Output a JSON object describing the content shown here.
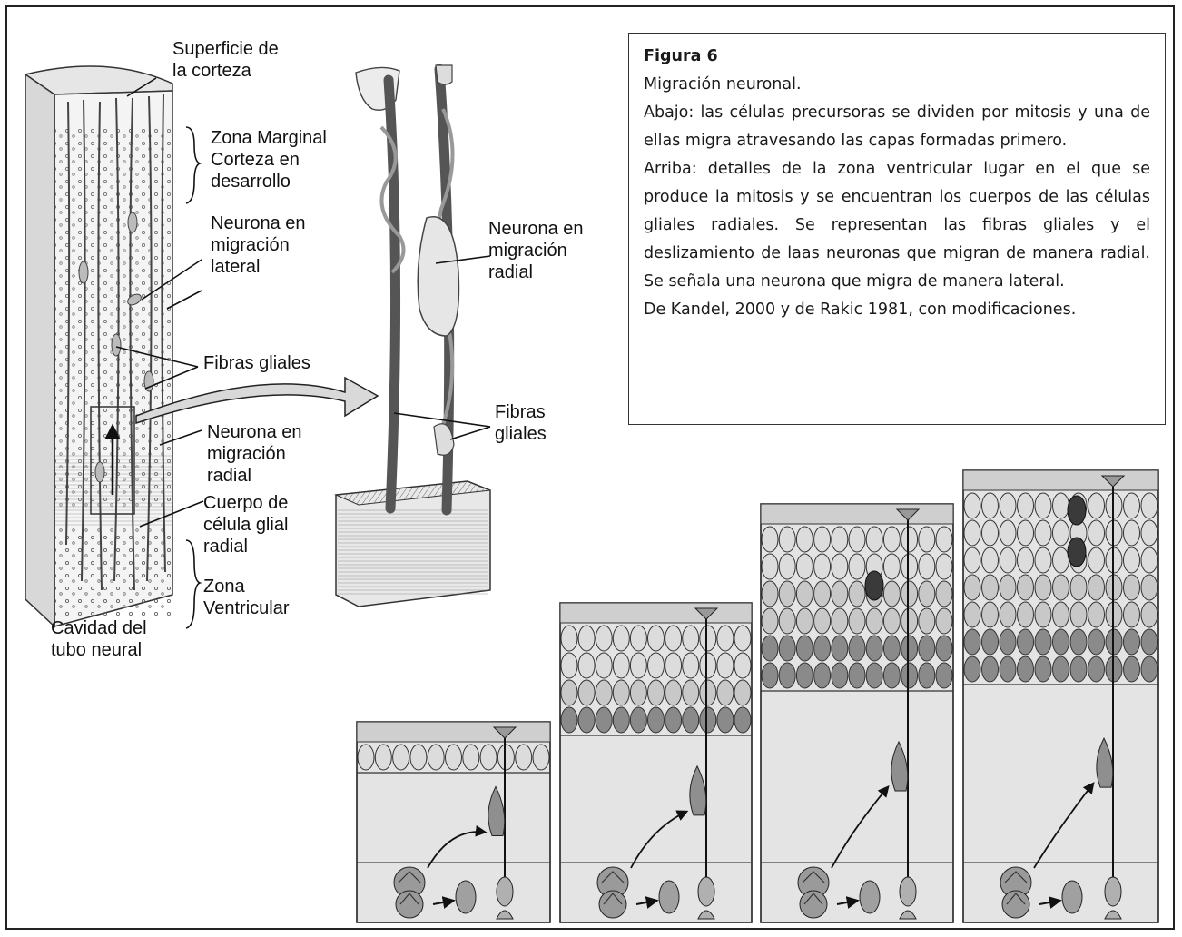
{
  "caption": {
    "title": "Figura 6",
    "lines": [
      "Migración neuronal.",
      "Abajo: las células precursoras se dividen por mitosis y una de ellas migra atravesando las capas formadas primero.",
      "Arriba: detalles de la zona ventricular lugar en el que se produce la mitosis y se encuentran los cuerpos de las células gliales radiales. Se representan las fibras gliales y el deslizamiento de laas neuronas que migran de manera radial. Se señala una neurona que migra de manera lateral.",
      "De Kandel, 2000 y de Rakic 1981, con modificaciones."
    ]
  },
  "left_diagram": {
    "labels": {
      "surface_1": "Superficie de",
      "surface_2": "la corteza",
      "marginal_1": "Zona Marginal",
      "marginal_2": "Corteza en",
      "marginal_3": "desarrollo",
      "lateral_1": "Neurona en",
      "lateral_2": "migración",
      "lateral_3": "lateral",
      "glial_fibers": "Fibras gliales",
      "radial_1": "Neurona en",
      "radial_2": "migración",
      "radial_3": "radial",
      "body_1": "Cuerpo de",
      "body_2": "célula glial",
      "body_3": "radial",
      "ventricular_1": "Zona",
      "ventricular_2": "Ventricular",
      "cavity_1": "Cavidad del",
      "cavity_2": "tubo neural"
    }
  },
  "detail_diagram": {
    "labels": {
      "radial_1": "Neurona en",
      "radial_2": "migración",
      "radial_3": "radial",
      "fibers_1": "Fibras",
      "fibers_2": "gliales"
    }
  },
  "stages": {
    "count": 4,
    "shading": [
      "#dcdcdc",
      "#c8c8c8",
      "#8a8a8a",
      "#3a3a3a"
    ]
  }
}
